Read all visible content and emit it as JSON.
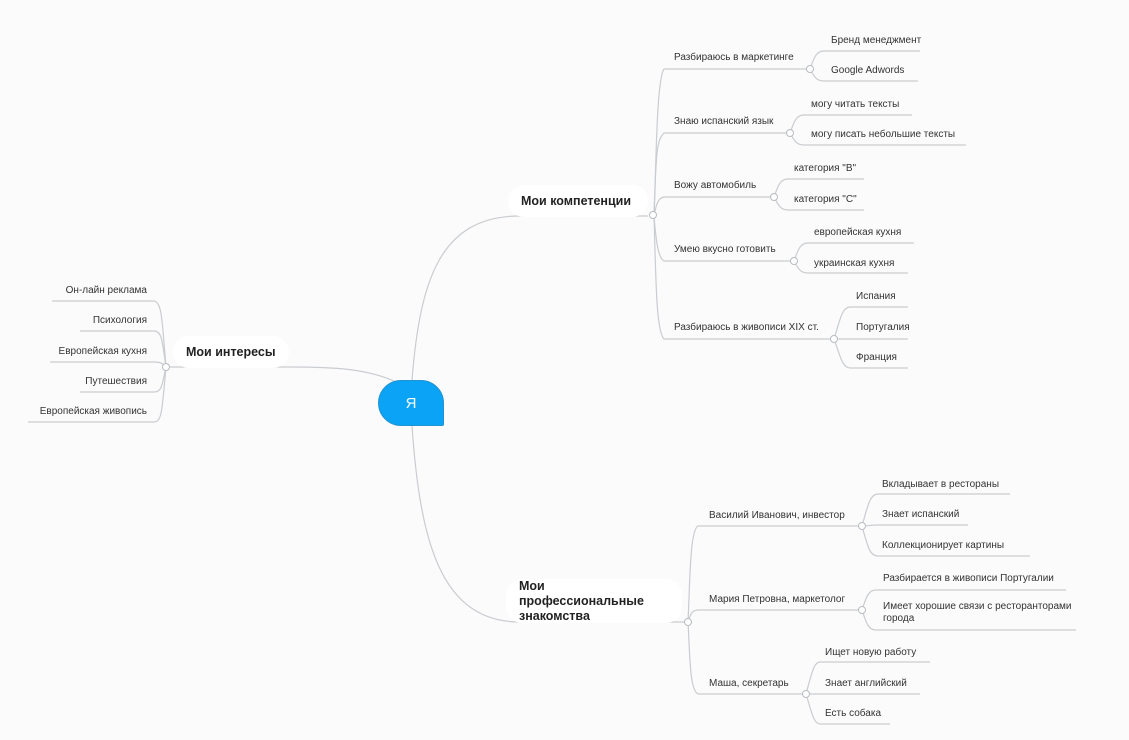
{
  "root": {
    "label": "Я",
    "color": "#0aa3f5"
  },
  "branches": {
    "competencies": {
      "title": "Мои компетенции",
      "items": [
        {
          "label": "Разбираюсь в маркетинге",
          "children": [
            "Бренд менеджмент",
            "Google Adwords"
          ]
        },
        {
          "label": "Знаю испанский язык",
          "children": [
            "могу читать тексты",
            "могу писать небольшие тексты"
          ]
        },
        {
          "label": "Вожу автомобиль",
          "children": [
            "категория \"B\"",
            "категория \"C\""
          ]
        },
        {
          "label": "Умею вкусно готовить",
          "children": [
            "европейская кухня",
            "украинская кухня"
          ]
        },
        {
          "label": "Разбираюсь в живописи XIX ст.",
          "children": [
            "Испания",
            "Португалия",
            "Франция"
          ]
        }
      ]
    },
    "interests": {
      "title": "Мои интересы",
      "items": [
        "Он-лайн реклама",
        "Психология",
        "Европейская кухня",
        "Путешествия",
        "Европейская живопись"
      ]
    },
    "contacts": {
      "title": "Мои профессиональные знакомства",
      "items": [
        {
          "label": "Василий Иванович, инвестор",
          "children": [
            "Вкладывает в рестораны",
            "Знает испанский",
            "Коллекционирует картины"
          ]
        },
        {
          "label": "Мария Петровна, маркетолог",
          "children": [
            "Разбирается в живописи Португалии",
            "Имеет хорошие связи с ресторанторами города"
          ]
        },
        {
          "label": "Маша, секретарь",
          "children": [
            "Ищет новую работу",
            "Знает английский",
            "Есть собака"
          ]
        }
      ]
    }
  },
  "colors": {
    "line": "#c9ccd0",
    "background": "#fbfbfb",
    "root_border": "#2393d1"
  }
}
